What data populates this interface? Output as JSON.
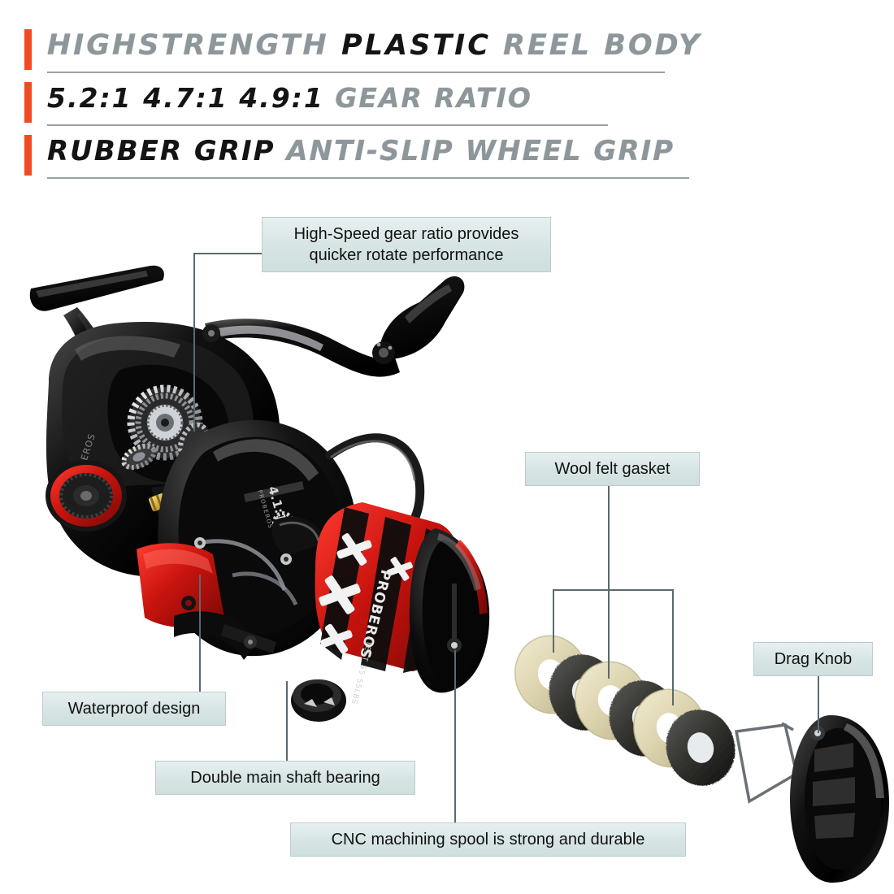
{
  "header": {
    "lines": [
      {
        "id": "line-1",
        "grey_prefix": "HIGHSTRENGTH ",
        "dark": "PLASTIC",
        "grey_suffix": " REEL BODY"
      },
      {
        "id": "line-2",
        "grey_prefix": "",
        "dark": "5.2:1   4.7:1   4.9:1",
        "grey_suffix": " GEAR RATIO"
      },
      {
        "id": "line-3",
        "grey_prefix": "",
        "dark": "RUBBER GRIP",
        "grey_suffix": " ANTI-SLIP WHEEL GRIP"
      }
    ],
    "accent_color": "#f04a23",
    "rule_color": "#9aa0a4"
  },
  "callouts": {
    "gear_ratio": "High-Speed gear ratio provides\nquicker rotate performance",
    "gear_ratio_l1": "High-Speed gear ratio provides",
    "gear_ratio_l2": "quicker rotate performance",
    "wool_felt": "Wool felt gasket",
    "drag_knob": "Drag Knob",
    "waterproof": "Waterproof design",
    "bearing": "Double main shaft bearing",
    "spool": "CNC machining spool is strong and durable"
  },
  "product": {
    "brand_spool": "PROBEROS",
    "brand_body": "PROBEROS",
    "body_mark": "4.1:1",
    "spool_side_text": "TEST 55 55LBS",
    "colors": {
      "body_black": "#0d0d0d",
      "accent_red": "#d01a14",
      "knob_red": "#ec1c24",
      "felt_cream": "#e8e2c4",
      "felt_dark": "#3a3a38",
      "metal_silver": "#b9bdc2"
    }
  }
}
